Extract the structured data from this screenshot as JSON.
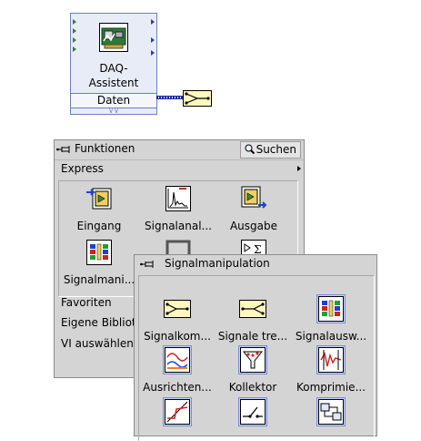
{
  "block_diagram": {
    "daq_assistant": {
      "title_line1": "DAQ-",
      "title_line2": "Assistent",
      "terminal_label": "Daten",
      "expand_glyph": "∨∨",
      "icon": "daq-board-icon"
    },
    "merge_node_icon": "merge-signals-icon",
    "wire_color": "#1d2aa0"
  },
  "functions_palette": {
    "title": "Funktionen",
    "pin_icon": "thumbtack-icon",
    "search_label": "Suchen",
    "search_icon": "magnifier-icon",
    "express_label": "Express",
    "express_items": [
      {
        "label": "Eingang",
        "icon": "input-icon"
      },
      {
        "label": "Signalanal...",
        "icon": "signal-analysis-icon"
      },
      {
        "label": "Ausgabe",
        "icon": "output-icon"
      },
      {
        "label": "Signalmani...",
        "icon": "signal-manipulation-icon"
      },
      {
        "label": "",
        "icon": "execution-control-icon"
      },
      {
        "label": "",
        "icon": "arithmetic-icon"
      }
    ],
    "favorites_label": "Favoriten",
    "user_library_label": "Eigene Bibliot",
    "select_vi_label": "VI auswählen"
  },
  "signal_manipulation_palette": {
    "title": "Signalmanipulation",
    "pin_icon": "thumbtack-icon",
    "items": [
      {
        "label": "Signalkom...",
        "icon": "merge-signals-icon"
      },
      {
        "label": "Signale tre...",
        "icon": "split-signals-icon"
      },
      {
        "label": "Signalausw...",
        "icon": "select-signals-icon"
      },
      {
        "label": "Ausrichten...",
        "icon": "align-resample-icon"
      },
      {
        "label": "Kollektor",
        "icon": "collector-icon"
      },
      {
        "label": "Komprimie...",
        "icon": "compress-data-icon"
      },
      {
        "label": "",
        "icon": "relay-icon"
      },
      {
        "label": "",
        "icon": "switch-signals-icon"
      },
      {
        "label": "",
        "icon": "convert-data-icon"
      }
    ]
  }
}
